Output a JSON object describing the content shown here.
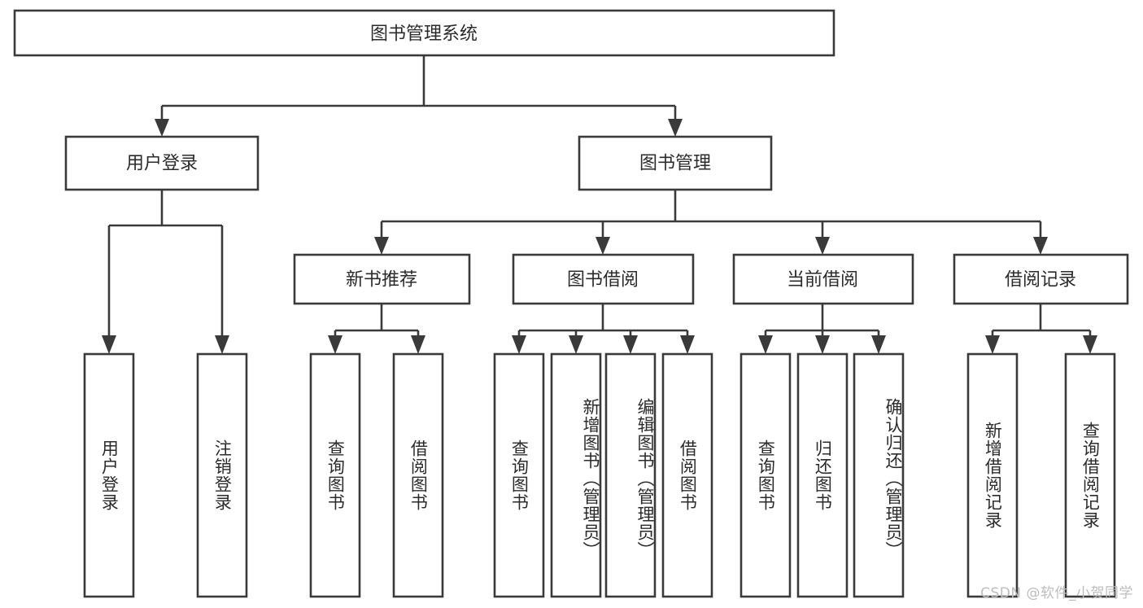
{
  "diagram": {
    "title": "图书管理系统",
    "type": "tree-hierarchy",
    "orientation": "top-down",
    "colors": {
      "box_stroke": "#3a3a3a",
      "box_fill": "#ffffff",
      "text": "#2b2b2b",
      "background": "#ffffff",
      "watermark": "#bdbdbd"
    },
    "levels": {
      "root": {
        "label": "图书管理系统"
      },
      "level2": [
        {
          "id": "user-login",
          "label": "用户登录"
        },
        {
          "id": "book-management",
          "label": "图书管理"
        }
      ],
      "level3": [
        {
          "id": "new-book-recommend",
          "label": "新书推荐",
          "parent": "book-management"
        },
        {
          "id": "book-borrow",
          "label": "图书借阅",
          "parent": "book-management"
        },
        {
          "id": "current-borrow",
          "label": "当前借阅",
          "parent": "book-management"
        },
        {
          "id": "borrow-record",
          "label": "借阅记录",
          "parent": "book-management"
        }
      ],
      "leaves": [
        {
          "id": "leaf-user-login",
          "label": "用户登录",
          "parent": "user-login"
        },
        {
          "id": "leaf-logout",
          "label": "注销登录",
          "parent": "user-login"
        },
        {
          "id": "leaf-query-book-1",
          "label": "查询图书",
          "parent": "new-book-recommend"
        },
        {
          "id": "leaf-borrow-book-1",
          "label": "借阅图书",
          "parent": "new-book-recommend"
        },
        {
          "id": "leaf-query-book-2",
          "label": "查询图书",
          "parent": "book-borrow"
        },
        {
          "id": "leaf-add-book",
          "label": "新增图书（管理员）",
          "parent": "book-borrow"
        },
        {
          "id": "leaf-edit-book",
          "label": "编辑图书（管理员）",
          "parent": "book-borrow"
        },
        {
          "id": "leaf-borrow-book-2",
          "label": "借阅图书",
          "parent": "book-borrow"
        },
        {
          "id": "leaf-query-book-3",
          "label": "查询图书",
          "parent": "current-borrow"
        },
        {
          "id": "leaf-return-book",
          "label": "归还图书",
          "parent": "current-borrow"
        },
        {
          "id": "leaf-confirm-return",
          "label": "确认归还（管理员）",
          "parent": "current-borrow"
        },
        {
          "id": "leaf-add-record",
          "label": "新增借阅记录",
          "parent": "borrow-record"
        },
        {
          "id": "leaf-query-record",
          "label": "查询借阅记录",
          "parent": "borrow-record"
        }
      ]
    },
    "watermark": "CSDN @软件_小贺同学"
  }
}
